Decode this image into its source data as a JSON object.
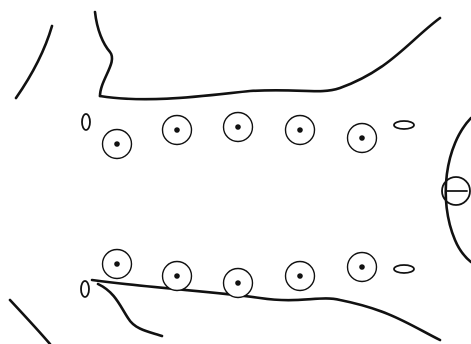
{
  "colors": {
    "background": "#ffffff",
    "ink": "#111111"
  },
  "diagram": {
    "upper_row": {
      "ringed_dot_count": 5,
      "end_oval_count": 2
    },
    "lower_row": {
      "ringed_dot_count": 5,
      "end_oval_count": 2
    },
    "right_symbol_icon": "circle-with-t-icon"
  }
}
